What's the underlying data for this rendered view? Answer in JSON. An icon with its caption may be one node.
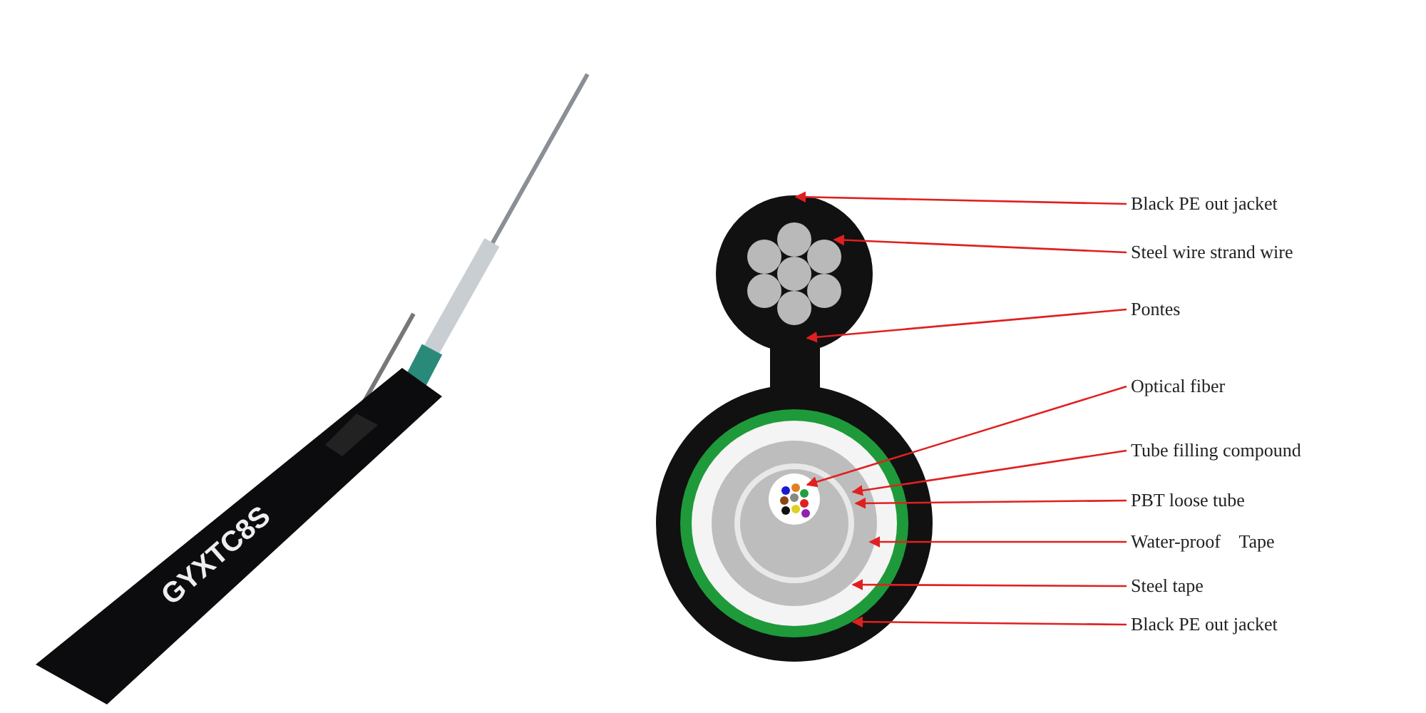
{
  "diagram": {
    "nodes": [
      {
        "text": [
          "Black PE out jacket"
        ]
      },
      {
        "text": [
          "Steel wire strand wire"
        ]
      },
      {
        "text": [
          "Pontes"
        ]
      },
      {
        "text": [
          "Optical fiber"
        ]
      },
      {
        "text": [
          "Tube filling compound"
        ]
      },
      {
        "text": [
          "PBT loose tube"
        ]
      },
      {
        "text": [
          "Water-proof    Tape"
        ]
      },
      {
        "text": [
          "Steel tape"
        ]
      },
      {
        "text": [
          "Black PE out jacket"
        ]
      }
    ],
    "edges": [
      {
        "from": 0,
        "to": null,
        "arrow": "to",
        "color": "#e02020"
      },
      {
        "from": 1,
        "to": null,
        "arrow": "to",
        "color": "#e02020"
      },
      {
        "from": 2,
        "to": null,
        "arrow": "to",
        "color": "#e02020"
      },
      {
        "from": 3,
        "to": null,
        "arrow": "to",
        "color": "#e02020"
      },
      {
        "from": 4,
        "to": null,
        "arrow": "to",
        "color": "#e02020"
      },
      {
        "from": 5,
        "to": null,
        "arrow": "to",
        "color": "#e02020"
      },
      {
        "from": 6,
        "to": null,
        "arrow": "to",
        "color": "#e02020"
      },
      {
        "from": 7,
        "to": null,
        "arrow": "to",
        "color": "#e02020"
      },
      {
        "from": 8,
        "to": null,
        "arrow": "to",
        "color": "#e02020"
      }
    ],
    "labels": [
      "GYXTC8S"
    ]
  }
}
